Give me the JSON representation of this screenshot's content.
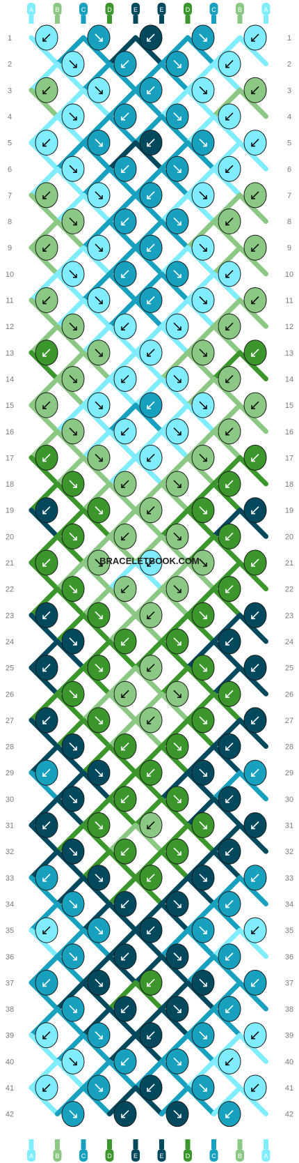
{
  "watermark": "BRACELETBOOK.COM",
  "strand_labels": [
    "A",
    "B",
    "C",
    "D",
    "E",
    "E",
    "D",
    "C",
    "B",
    "A"
  ],
  "row_numbers": [
    "1",
    "2",
    "3",
    "4",
    "5",
    "6",
    "7",
    "8",
    "9",
    "10",
    "11",
    "12",
    "13",
    "14",
    "15",
    "16",
    "17",
    "18",
    "19",
    "20",
    "21",
    "22",
    "23",
    "24",
    "25",
    "26",
    "27",
    "28",
    "29",
    "30",
    "31",
    "32",
    "33",
    "34",
    "35",
    "36",
    "37",
    "38",
    "39",
    "40",
    "41",
    "42"
  ],
  "colors": {
    "A": "#7FEDFD",
    "B": "#8BC883",
    "C": "#18A1BF",
    "D": "#3B962C",
    "E": "#03495E"
  },
  "knot_rows": [
    [
      "A",
      "C",
      "E",
      "C",
      "A"
    ],
    [
      "A",
      "C",
      "C",
      "A"
    ],
    [
      "B",
      "A",
      "C",
      "A",
      "B"
    ],
    [
      "A",
      "C",
      "C",
      "A"
    ],
    [
      "A",
      "C",
      "E",
      "C",
      "A"
    ],
    [
      "A",
      "C",
      "C",
      "A"
    ],
    [
      "B",
      "A",
      "C",
      "A",
      "B"
    ],
    [
      "B",
      "C",
      "C",
      "B"
    ],
    [
      "B",
      "A",
      "C",
      "A",
      "B"
    ],
    [
      "A",
      "C",
      "C",
      "A"
    ],
    [
      "B",
      "A",
      "C",
      "A",
      "B"
    ],
    [
      "B",
      "A",
      "A",
      "B"
    ],
    [
      "D",
      "B",
      "A",
      "B",
      "D"
    ],
    [
      "B",
      "A",
      "A",
      "B"
    ],
    [
      "B",
      "A",
      "C",
      "A",
      "B"
    ],
    [
      "B",
      "A",
      "A",
      "B"
    ],
    [
      "D",
      "B",
      "A",
      "B",
      "D"
    ],
    [
      "D",
      "B",
      "B",
      "D"
    ],
    [
      "E",
      "D",
      "B",
      "D",
      "E"
    ],
    [
      "D",
      "B",
      "B",
      "D"
    ],
    [
      "D",
      "B",
      "A",
      "B",
      "D"
    ],
    [
      "D",
      "B",
      "B",
      "D"
    ],
    [
      "E",
      "D",
      "B",
      "D",
      "E"
    ],
    [
      "E",
      "D",
      "D",
      "E"
    ],
    [
      "E",
      "D",
      "B",
      "D",
      "E"
    ],
    [
      "D",
      "B",
      "B",
      "D"
    ],
    [
      "E",
      "D",
      "B",
      "D",
      "E"
    ],
    [
      "E",
      "D",
      "D",
      "E"
    ],
    [
      "C",
      "E",
      "D",
      "E",
      "C"
    ],
    [
      "E",
      "D",
      "D",
      "E"
    ],
    [
      "E",
      "D",
      "B",
      "D",
      "E"
    ],
    [
      "E",
      "D",
      "D",
      "E"
    ],
    [
      "C",
      "E",
      "D",
      "E",
      "C"
    ],
    [
      "C",
      "E",
      "E",
      "C"
    ],
    [
      "A",
      "C",
      "E",
      "C",
      "A"
    ],
    [
      "C",
      "E",
      "E",
      "C"
    ],
    [
      "C",
      "E",
      "D",
      "E",
      "C"
    ],
    [
      "C",
      "E",
      "E",
      "C"
    ],
    [
      "A",
      "C",
      "E",
      "C",
      "A"
    ],
    [
      "A",
      "C",
      "C",
      "A"
    ],
    [
      "A",
      "C",
      "E",
      "C",
      "A"
    ],
    [
      "C",
      "E",
      "E",
      "C"
    ]
  ]
}
